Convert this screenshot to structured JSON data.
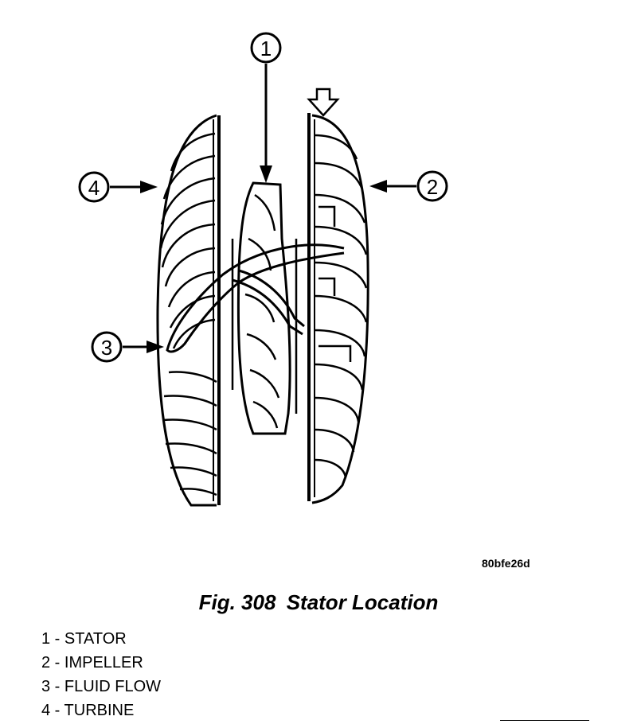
{
  "callouts": [
    {
      "number": "1"
    },
    {
      "number": "2"
    },
    {
      "number": "3"
    },
    {
      "number": "4"
    }
  ],
  "drawing_code": "80bfe26d",
  "caption": {
    "fig_label": "Fig. 308",
    "title": "Stator Location"
  },
  "legend": [
    {
      "number": "1",
      "label": "STATOR"
    },
    {
      "number": "2",
      "label": "IMPELLER"
    },
    {
      "number": "3",
      "label": "FLUID FLOW"
    },
    {
      "number": "4",
      "label": "TURBINE"
    }
  ]
}
